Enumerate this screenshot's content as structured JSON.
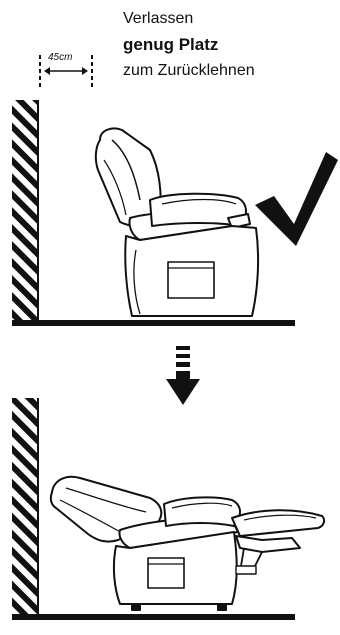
{
  "caption": {
    "line1": "Verlassen",
    "line2": "genug Platz",
    "line3": "zum Zurücklehnen"
  },
  "clearance": {
    "label": "45cm"
  },
  "colors": {
    "ink": "#111111",
    "background": "#ffffff"
  },
  "icons": {
    "check": "check-mark-icon",
    "arrow": "down-arrow-icon"
  }
}
